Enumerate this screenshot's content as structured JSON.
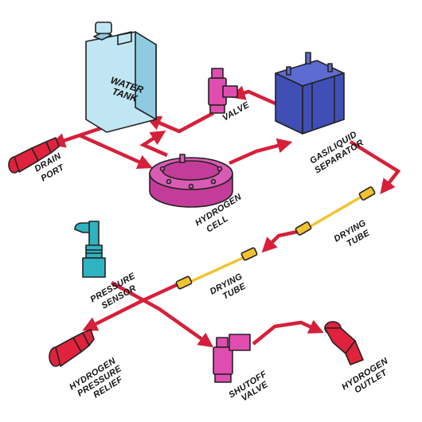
{
  "colors": {
    "pipe": "#d6203a",
    "water_tank": "#bfe6f2",
    "water_tank_dark": "#8fcbe0",
    "hydrogen_cell": "#c43c9a",
    "hydrogen_cell_top": "#d85cb4",
    "separator": "#3f4fb5",
    "separator_top": "#5c6bd0",
    "valve": "#e04db0",
    "drying_tube": "#f2c230",
    "sensor": "#2fb3c0",
    "port_red": "#e0223c",
    "outline": "#222222"
  },
  "labels": {
    "water_tank": [
      "WATER",
      "TANK"
    ],
    "valve": "VALVE",
    "separator": [
      "GAS/LIQUID",
      "SEPARATOR"
    ],
    "drain_port": [
      "DRAIN",
      "PORT"
    ],
    "hydrogen_cell": [
      "HYDROGEN",
      "CELL"
    ],
    "drying_tube_upper": [
      "DRYING",
      "TUBE"
    ],
    "drying_tube_lower": [
      "DRYING",
      "TUBE"
    ],
    "pressure_sensor": [
      "PRESSURE",
      "SENSOR"
    ],
    "pressure_relief": [
      "HYDROGEN",
      "PRESSURE",
      "RELIEF"
    ],
    "shutoff_valve": [
      "SHUTOFF",
      "VALVE"
    ],
    "hydrogen_outlet": [
      "HYDROGEN",
      "OUTLET"
    ]
  },
  "icons": {
    "water_tank": "jerrycan-tank-icon",
    "valve": "solenoid-valve-icon",
    "separator": "cylinder-separator-icon",
    "drain_port": "fitting-port-icon",
    "hydrogen_cell": "electrolysis-cell-icon",
    "drying_tube": "inline-filter-tube-icon",
    "pressure_sensor": "pressure-sensor-icon",
    "pressure_relief": "relief-fitting-icon",
    "shutoff_valve": "solenoid-valve-icon",
    "hydrogen_outlet": "fitting-port-icon"
  }
}
